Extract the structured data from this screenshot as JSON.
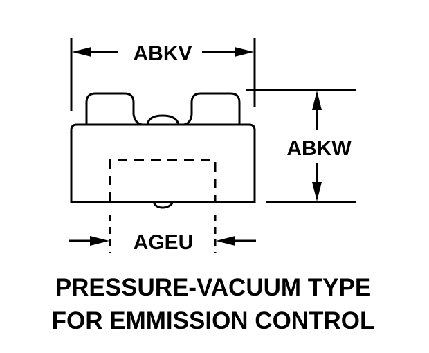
{
  "dimensions": {
    "width_label": "ABKV",
    "height_label": "ABKW",
    "inner_label": "AGEU"
  },
  "caption": {
    "line1": "PRESSURE-VACUUM TYPE",
    "line2": "FOR EMMISSION CONTROL"
  },
  "colors": {
    "ink": "#000000",
    "background": "#ffffff"
  }
}
